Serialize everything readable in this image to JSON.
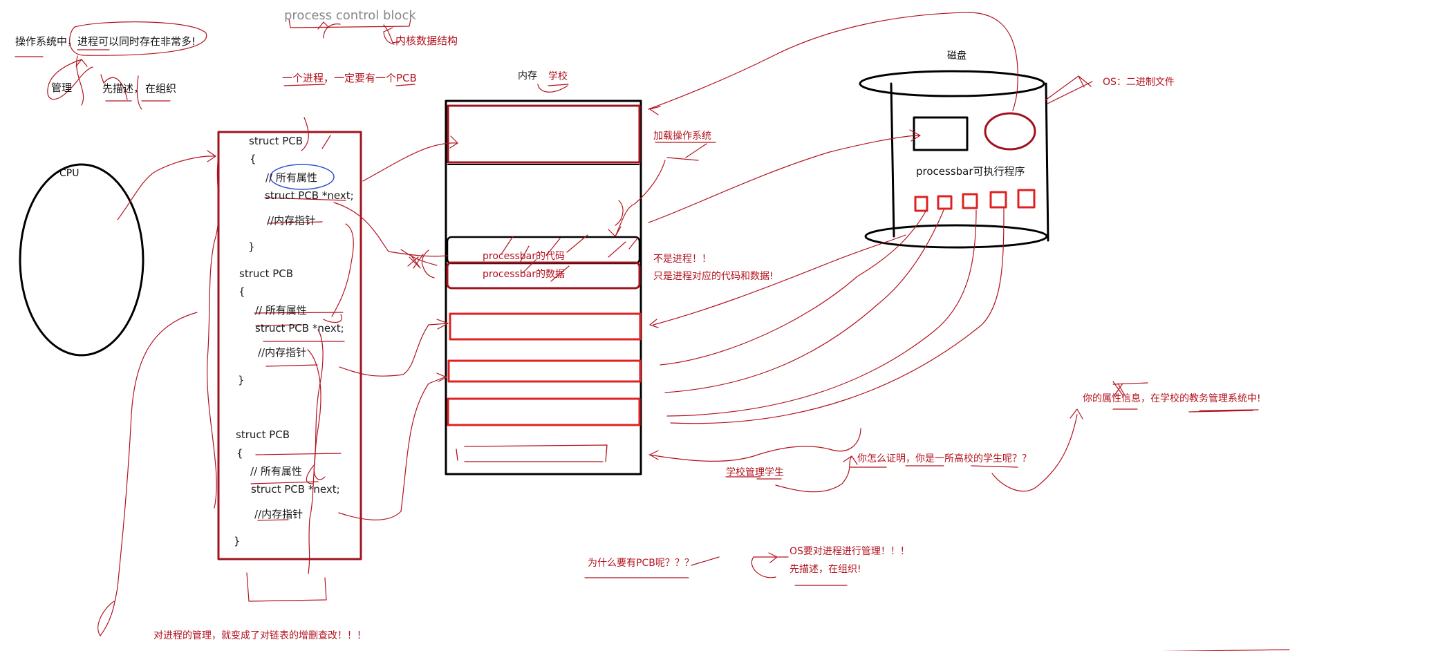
{
  "colors": {
    "ink": "#111111",
    "annotation_red": "#b3121d",
    "box_red": "#e02020",
    "pcb_border": "#a0121e",
    "highlight_blue": "#3050d0",
    "gray_text": "#888888"
  },
  "top": {
    "pcb_full_name": "process control block",
    "kernel_data_structure": "内核数据结构",
    "os_statement_prefix": "操作系统中，",
    "os_statement_highlight": "进程可以同时存在非常多!",
    "manage": "管理",
    "first_describe": "先描述，",
    "then_organize": "在组织",
    "one_process_one_pcb": "一个进程，一定要有一个PCB"
  },
  "cpu": {
    "label": "CPU"
  },
  "pcb_list": {
    "blocks": [
      {
        "struct": "struct PCB",
        "open": "{",
        "attrs": "// 所有属性",
        "next": "struct PCB *next;",
        "ptr": "//内存指针",
        "close": "}"
      },
      {
        "struct": "struct PCB",
        "open": "{",
        "attrs": "// 所有属性",
        "next": "struct PCB *next;",
        "ptr": "//内存指针",
        "close": "}"
      },
      {
        "struct": "struct PCB",
        "open": "{",
        "attrs": "// 所有属性",
        "next": "struct PCB *next;",
        "ptr": "//内存指针",
        "close": "}"
      }
    ]
  },
  "memory": {
    "label": "内存",
    "school": "学校",
    "load_os": "加载操作系统",
    "code_label": "processbar的代码",
    "data_label": "processbar的数据",
    "not_process": "不是进程！！",
    "only_code_data": "只是进程对应的代码和数据!"
  },
  "disk": {
    "label": "磁盘",
    "os_binary": "OS：二进制文件",
    "executable": "processbar可执行程序"
  },
  "right_notes": {
    "student_info": "你的属性信息，在学校的教务管理系统中!",
    "prove_student": "你怎么证明，你是一所高校的学生呢？？",
    "school_manages": "学校管理学生"
  },
  "bottom": {
    "why_pcb": "为什么要有PCB呢？？？",
    "os_manage": "OS要对进程进行管理！！！",
    "describe_organize": "先描述，在组织!",
    "linked_list": "对进程的管理，就变成了对链表的增删查改！！！"
  }
}
